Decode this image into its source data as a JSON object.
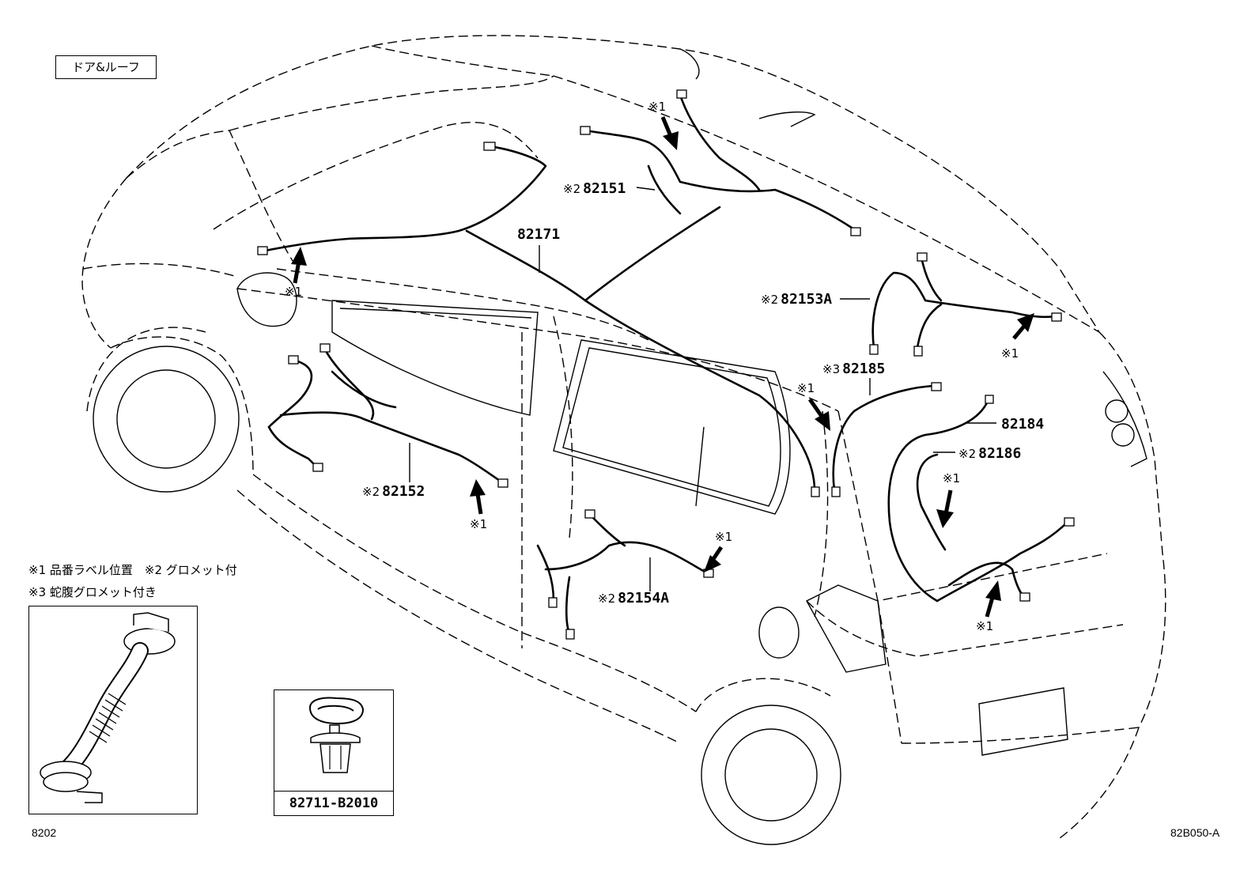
{
  "section_label": "ドア&ルーフ",
  "part_labels": {
    "p82171": {
      "number": "82171",
      "mark": ""
    },
    "p82151": {
      "number": "82151",
      "mark": "※2"
    },
    "p82153a": {
      "number": "82153A",
      "mark": "※2"
    },
    "p82185": {
      "number": "82185",
      "mark": "※3"
    },
    "p82184": {
      "number": "82184",
      "mark": ""
    },
    "p82186": {
      "number": "82186",
      "mark": "※2"
    },
    "p82152": {
      "number": "82152",
      "mark": "※2"
    },
    "p82154a": {
      "number": "82154A",
      "mark": "※2"
    }
  },
  "label_marker": "※1",
  "notes": {
    "line1": "※1 品番ラベル位置　※2 グロメット付",
    "line2": "※3 蛇腹グロメット付き"
  },
  "inset_clip_part": "82711-B2010",
  "footer_left": "8202",
  "footer_right": "82B050-A"
}
